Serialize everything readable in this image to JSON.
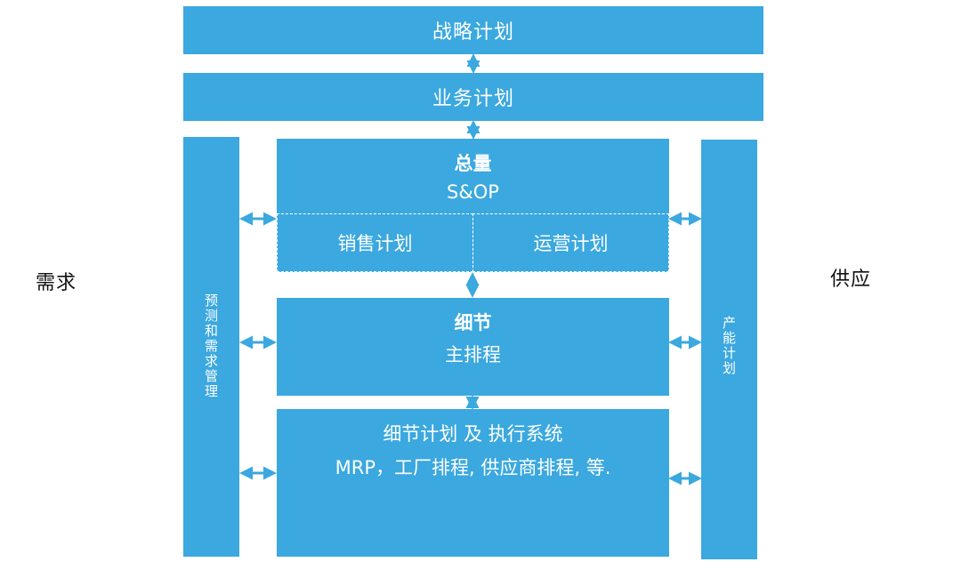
{
  "labels": {
    "demand": "需求",
    "supply": "供应"
  },
  "top": {
    "strategic": "战略计划",
    "business": "业务计划"
  },
  "left_column": {
    "chars": [
      "预",
      "测",
      "和",
      "需",
      "求",
      "管",
      "理"
    ]
  },
  "right_column": {
    "chars": [
      "产",
      "能",
      "计",
      "划"
    ]
  },
  "aggregate": {
    "title": "总量",
    "subtitle": "S&OP",
    "sales": "销售计划",
    "operations": "运营计划"
  },
  "detail": {
    "title": "细节",
    "subtitle": "主排程"
  },
  "execution": {
    "line1": "细节计划 及 执行系统",
    "line2": "MRP，工厂排程, 供应商排程, 等."
  },
  "colors": {
    "block": "#3BA8DF",
    "arrow": "#3BA8DF",
    "text": "#ffffff"
  }
}
